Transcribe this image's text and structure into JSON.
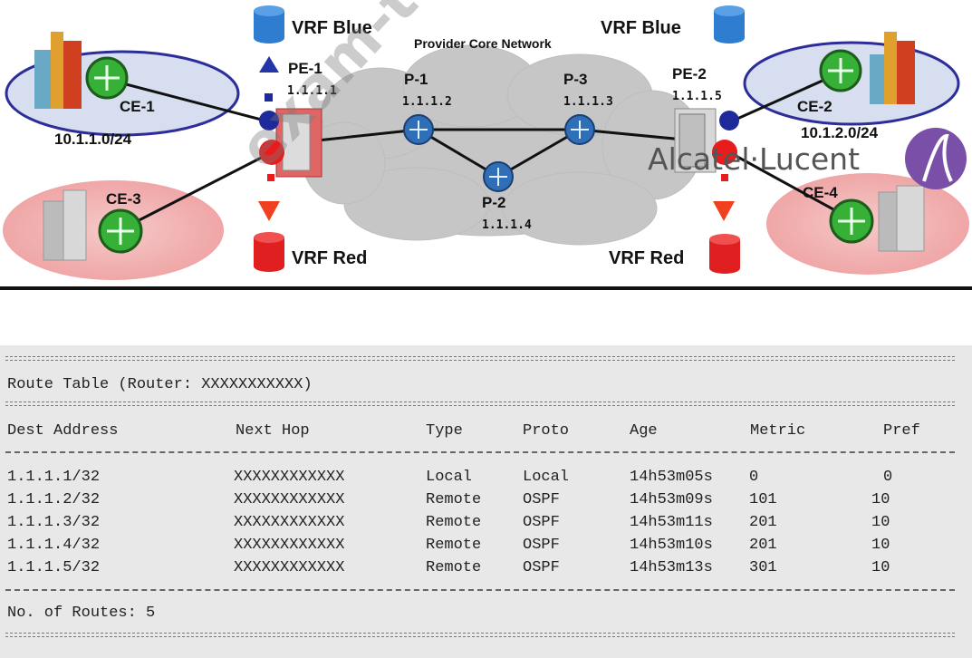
{
  "diagram": {
    "title": "Provider Core Network",
    "vrf_blue_left": "VRF Blue",
    "vrf_blue_right": "VRF Blue",
    "vrf_red_left": "VRF Red",
    "vrf_red_right": "VRF Red",
    "pe1": {
      "name": "PE-1",
      "ip": "1.1.1.1"
    },
    "pe2": {
      "name": "PE-2",
      "ip": "1.1.1.5"
    },
    "p1": {
      "name": "P-1",
      "ip": "1.1.1.2"
    },
    "p2": {
      "name": "P-2",
      "ip": "1.1.1.4"
    },
    "p3": {
      "name": "P-3",
      "ip": "1.1.1.3"
    },
    "ce1": {
      "name": "CE-1",
      "subnet": "10.1.1.0/24"
    },
    "ce2": {
      "name": "CE-2",
      "subnet": "10.1.2.0/24"
    },
    "ce3": {
      "name": "CE-3"
    },
    "ce4": {
      "name": "CE-4"
    },
    "brand": "Alcatel·Lucent",
    "colors": {
      "blue": "#1f3fa6",
      "red": "#e02020",
      "cloud": "#c8c8c8",
      "router": "#2f9e2f"
    }
  },
  "watermark": "exam-tests.com",
  "route_table": {
    "title": "Route Table (Router: XXXXXXXXXXX)",
    "headers": [
      "Dest Address",
      "Next Hop",
      "Type",
      "Proto",
      "Age",
      "Metric",
      "Pref"
    ],
    "rows": [
      [
        "1.1.1.1/32",
        "XXXXXXXXXXXX",
        "Local",
        "Local",
        "14h53m05s",
        "0",
        "0"
      ],
      [
        "1.1.1.2/32",
        "XXXXXXXXXXXX",
        "Remote",
        "OSPF",
        "14h53m09s",
        "101",
        "10"
      ],
      [
        "1.1.1.3/32",
        "XXXXXXXXXXXX",
        "Remote",
        "OSPF",
        "14h53m11s",
        "201",
        "10"
      ],
      [
        "1.1.1.4/32",
        "XXXXXXXXXXXX",
        "Remote",
        "OSPF",
        "14h53m10s",
        "201",
        "10"
      ],
      [
        "1.1.1.5/32",
        "XXXXXXXXXXXX",
        "Remote",
        "OSPF",
        "14h53m13s",
        "301",
        "10"
      ]
    ],
    "footer": "No. of Routes: 5"
  }
}
